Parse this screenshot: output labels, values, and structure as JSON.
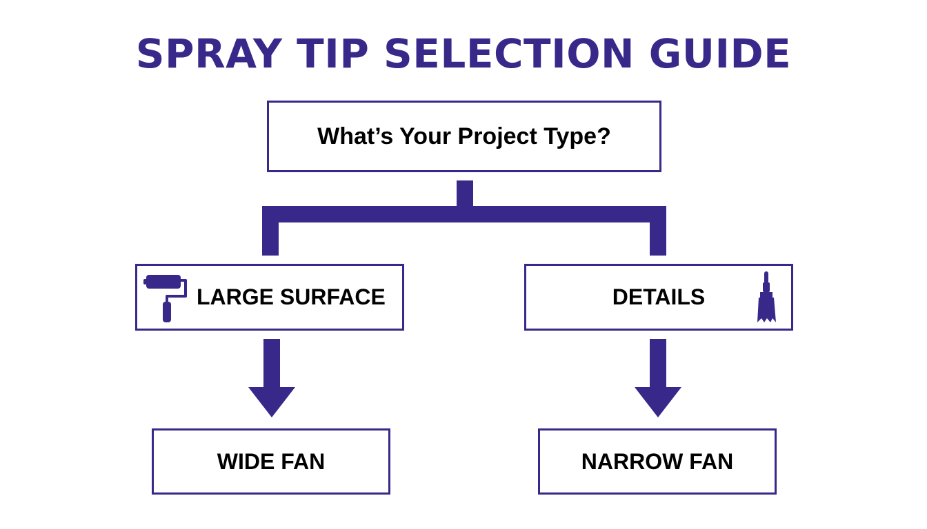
{
  "title": "SPRAY TIP SELECTION GUIDE",
  "root": {
    "label": "What’s Your Project Type?"
  },
  "branches": [
    {
      "label": "LARGE SURFACE",
      "icon": "paint-roller-icon",
      "result": "WIDE FAN"
    },
    {
      "label": "DETAILS",
      "icon": "paintbrush-icon",
      "result": "NARROW FAN"
    }
  ],
  "colors": {
    "accent": "#38288a",
    "text": "#000000",
    "background": "#ffffff"
  }
}
